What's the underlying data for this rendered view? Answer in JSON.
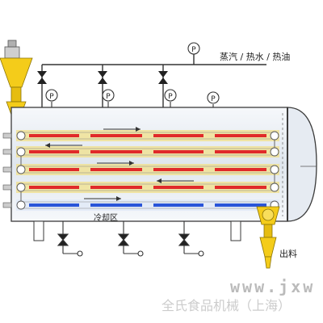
{
  "labels": {
    "steam_supply": "蒸汽 / 热水 / 热油",
    "cooling_zone": "冷却区",
    "discharge": "出料"
  },
  "gauges": {
    "symbol": "P"
  },
  "watermark": {
    "url": "www.jxw",
    "company": "全氏食品机械（上海）"
  },
  "colors": {
    "vessel_outline": "#3a3a3a",
    "hot_pipe": "#e02a2a",
    "cooling_pipe": "#2a55d8",
    "hopper": "#f4cc1a",
    "heating_band": "#f1e08a",
    "shell_fill": "#e9eef5",
    "watermark": "#c8c8c8"
  }
}
